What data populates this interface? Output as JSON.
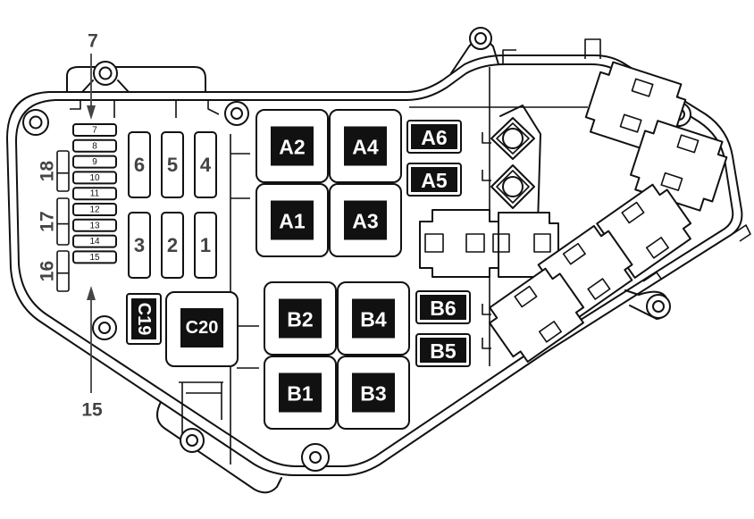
{
  "diagram": {
    "type": "fuse-box-layout",
    "callouts": [
      {
        "id": "callout-top",
        "label": "7",
        "points_to": "7"
      },
      {
        "id": "callout-bottom",
        "label": "15",
        "points_to": "15"
      }
    ],
    "small_fuses": [
      "7",
      "8",
      "9",
      "10",
      "11",
      "12",
      "13",
      "14",
      "15"
    ],
    "side_groups": [
      {
        "label": "18",
        "covers": [
          "8",
          "9",
          "10"
        ]
      },
      {
        "label": "17",
        "covers": [
          "11",
          "12",
          "13"
        ]
      },
      {
        "label": "16",
        "covers": [
          "14",
          "15"
        ]
      }
    ],
    "maxi_fuses": {
      "top_row": [
        "6",
        "5",
        "4"
      ],
      "bottom_row": [
        "3",
        "2",
        "1"
      ]
    },
    "relay_block_a": {
      "large": [
        "A2",
        "A4",
        "A1",
        "A3"
      ],
      "small": [
        "A6",
        "A5"
      ]
    },
    "relay_block_b": {
      "large": [
        "B2",
        "B4",
        "B1",
        "B3"
      ],
      "small": [
        "B6",
        "B5"
      ]
    },
    "relay_c": [
      "C19",
      "C20"
    ]
  }
}
